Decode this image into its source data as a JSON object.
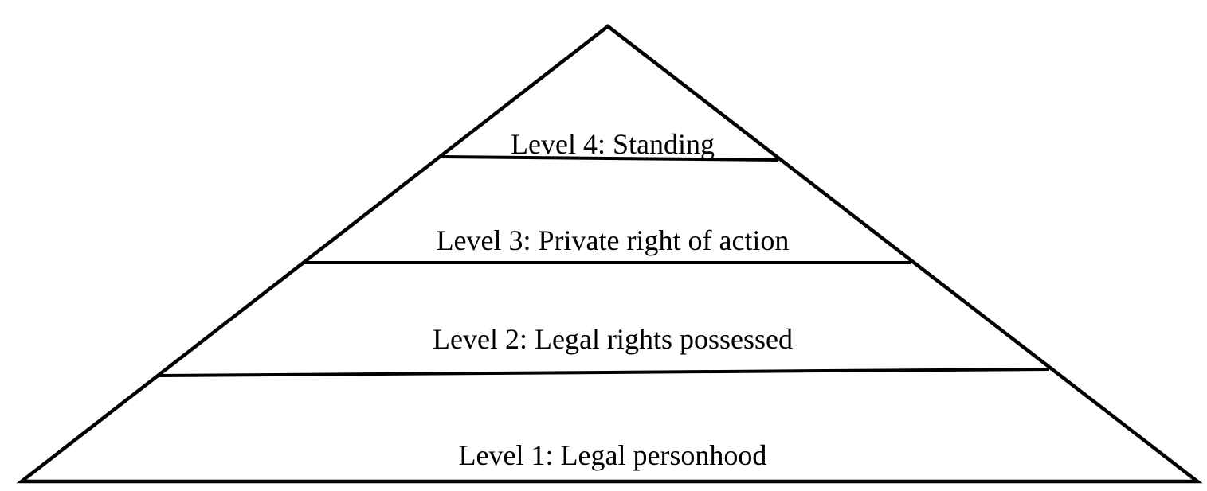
{
  "diagram": {
    "type": "pyramid",
    "colors": {
      "stroke": "#000000",
      "fill": "#ffffff",
      "text": "#000000"
    },
    "levels": [
      {
        "label": "Level 4: Standing"
      },
      {
        "label": "Level 3: Private right of action"
      },
      {
        "label": "Level 2: Legal rights possessed"
      },
      {
        "label": "Level 1: Legal personhood"
      }
    ]
  }
}
